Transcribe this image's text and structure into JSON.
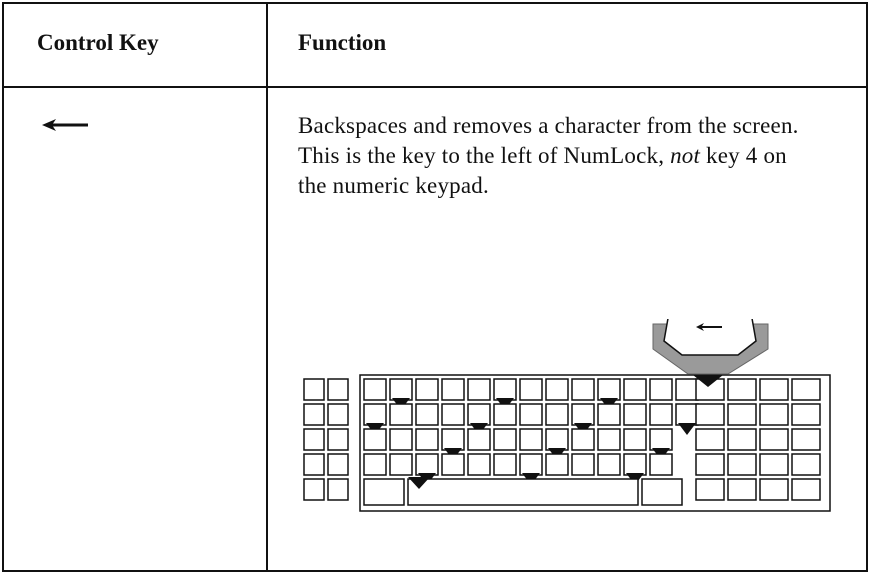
{
  "table": {
    "headers": {
      "control_key": "Control Key",
      "function": "Function"
    },
    "row": {
      "key_icon": "left-arrow-icon",
      "description": {
        "part1": "Backspaces and removes a character from the screen. This is the key to the left of NumLock, ",
        "emphasis": "not",
        "part2": " key 4 on the numeric keypad."
      },
      "illustration": "keyboard-backspace-key-highlight",
      "highlight_color": "#9a9a9a"
    }
  }
}
